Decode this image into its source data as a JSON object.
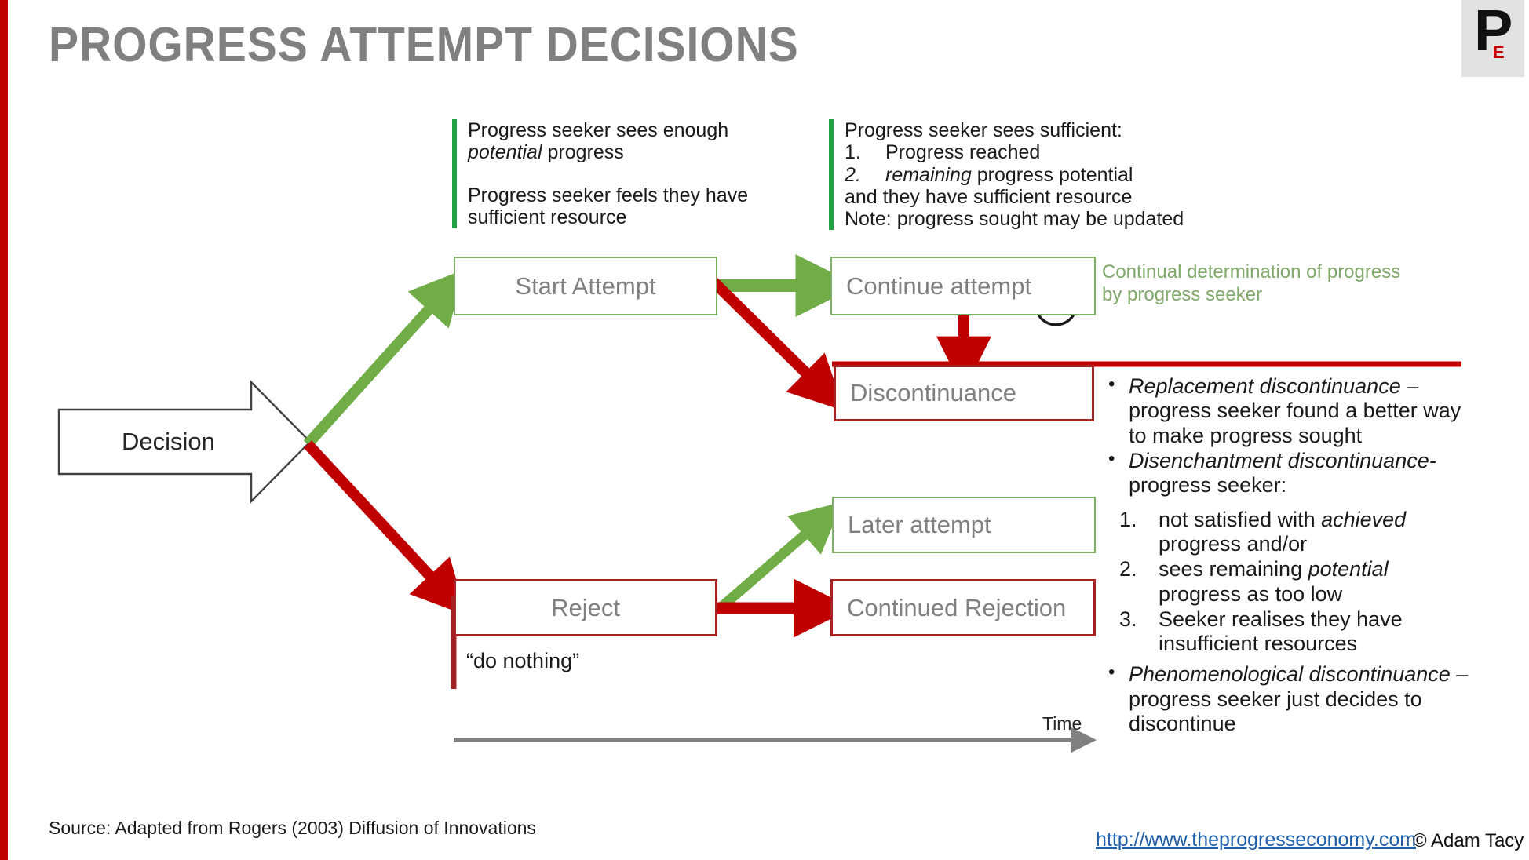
{
  "slide": {
    "title": "PROGRESS ATTEMPT DECISIONS",
    "accent_red": "#C00000",
    "accent_green": "#70AD47",
    "box_text_gray": "#808080"
  },
  "logo": {
    "primary": "P",
    "secondary": "E"
  },
  "notes": {
    "start_block": {
      "line1": "Progress seeker sees enough",
      "line2_italic": "potential",
      "line2_rest": " progress",
      "line3": "Progress seeker feels they have",
      "line4": "sufficient resource"
    },
    "continue_block": {
      "line1": "Progress seeker sees sufficient:",
      "item1_num": "1.",
      "item1_text": "Progress reached",
      "item2_num": "2.",
      "item2_italic": "remaining",
      "item2_rest": " progress potential",
      "line4": "and they have sufficient resource",
      "line5": "Note: progress sought may be updated"
    },
    "continual_determination": {
      "line1": "Continual determination of progress",
      "line2": "by progress seeker"
    },
    "do_nothing": "“do nothing”"
  },
  "boxes": {
    "decision": "Decision",
    "start_attempt": "Start Attempt",
    "continue_attempt": "Continue attempt",
    "discontinuance": "Discontinuance",
    "later_attempt": "Later attempt",
    "reject": "Reject",
    "continued_rejection": "Continued Rejection"
  },
  "axis": {
    "time_label": "Time"
  },
  "discontinuance_list": {
    "bullet1": {
      "term": "Replacement discontinuance –",
      "line2": "progress seeker found a better way",
      "line3": "to make progress sought"
    },
    "bullet2": {
      "term": "Disenchantment discontinuance-",
      "line2": "progress seeker:"
    },
    "numbered": [
      {
        "num": "1.",
        "line1_pre": "not satisfied with ",
        "line1_italic": "achieved",
        "line2": "progress and/or"
      },
      {
        "num": "2.",
        "line1_pre": "sees remaining ",
        "line1_italic": "potential",
        "line2": "progress as too low"
      },
      {
        "num": "3.",
        "line1_pre": "Seeker realises they have",
        "line1_italic": "",
        "line2": "insufficient resources"
      }
    ],
    "bullet3": {
      "term": "Phenomenological discontinuance –",
      "line2": "progress seeker just decides to",
      "line3": "discontinue"
    }
  },
  "footer": {
    "source": "Source: Adapted from Rogers (2003) Diffusion of Innovations",
    "url": "http://www.theprogresseconomy.com",
    "copyright": "© Adam Tacy"
  }
}
